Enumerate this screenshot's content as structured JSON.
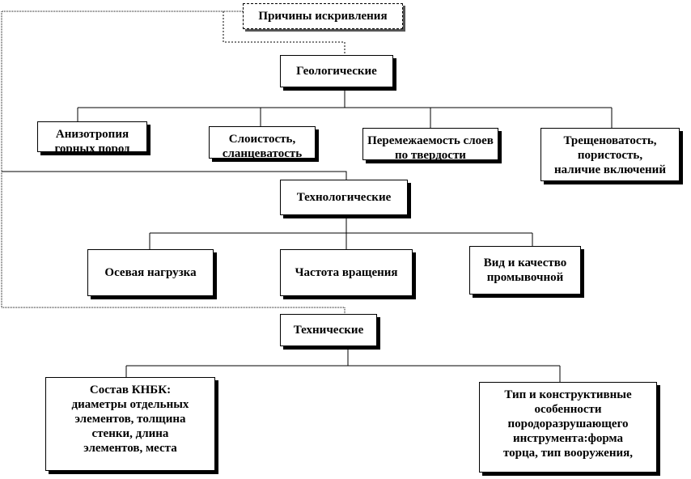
{
  "root": {
    "label": "Причины искривления"
  },
  "geological": {
    "label": "Геологические",
    "items": [
      "Анизотропия горных пород",
      "Слоистость, сланцеватость",
      "Перемежаемость слоев по твердости",
      "Трещеноватость,\nпористость,\nналичие включений"
    ]
  },
  "technological": {
    "label": "Технологические",
    "items": [
      "Осевая нагрузка",
      "Частота вращения",
      "Вид и качество\nпромывочной"
    ]
  },
  "technical": {
    "label": "Технические",
    "items": [
      "Состав КНБК:\nдиаметры отдельных\nэлементов, толщина\nстенки, длина\nэлементов, места",
      "Тип и конструктивные\nособенности\nпородоразрушающего\nинструмента:форма\nторца, тип вооружения,"
    ]
  }
}
